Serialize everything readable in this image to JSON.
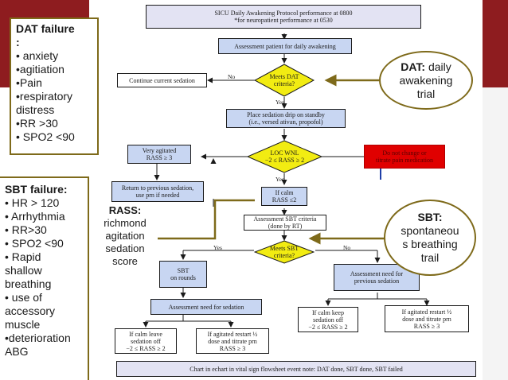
{
  "flowchart": {
    "header": {
      "line1": "SICU Daily Awakening Protocol performance at 0800",
      "line2": "*for neuropatient performance at 0530"
    },
    "assess_patient": "Assessment patient for daily awakening",
    "continue_sedation": "Continue current sedation",
    "meets_dat": "Meets DAT criteria?",
    "no1": "No",
    "yes1": "Yes",
    "standby": {
      "line1": "Place sedation drip on standby",
      "line2": "(i.e., versed ativan, propofol)"
    },
    "very_agitated": {
      "line1": "Very agitated",
      "line2": "RASS ≥ 3"
    },
    "loc_wnl": {
      "line1": "LOC WNL",
      "line2": "−2 ≤ RASS ≥ 2"
    },
    "do_not_change": "Do not change or titrate pain medication",
    "yes2": "Yes",
    "return_previous": "Return to previous sedation, use prn if needed",
    "if_calm": {
      "line1": "If calm",
      "line2": "RASS ≤2"
    },
    "sbt_criteria": {
      "line1": "Assessment SBT criteria",
      "line2": "(done by RT)"
    },
    "meets_sbt": "Meets SBT criteria?",
    "yes3": "Yes",
    "no3": "No",
    "sbt_rounds": {
      "line1": "SBT",
      "line2": "on rounds"
    },
    "need_previous": "Assessment need for previous sedation",
    "need_sedation": "Assessment need for sedation",
    "calm_keep": {
      "line1": "If calm keep",
      "line2": "sedation off",
      "line3": "−2 ≤ RASS ≥ 2"
    },
    "agitated_restart_right": {
      "line1": "If agitated restart ½",
      "line2": "dose and titrate prn",
      "line3": "RASS ≥ 3"
    },
    "calm_leave": {
      "line1": "If calm leave",
      "line2": "sedation off",
      "line3": "−2 ≤ RASS ≥ 2"
    },
    "agitated_restart_left": {
      "line1": "If agitated restart ½",
      "line2": "dose and titrate prn",
      "line3": "RASS ≥ 3"
    },
    "chart_note": "Chart in echart in vital sign flowsheet event note: DAT done, SBT done, SBT failed"
  },
  "dat_failure": {
    "title": "DAT failure",
    "colon": ":",
    "items": [
      "• anxiety",
      "•agitiation",
      "•Pain",
      "•respiratory",
      "distress",
      "•RR >30",
      "• SPO2 <90"
    ]
  },
  "sbt_failure": {
    "title": "SBT failure:",
    "items": [
      "• HR > 120",
      "• Arrhythmia",
      "• RR>30",
      "• SPO2 <90",
      "• Rapid",
      "shallow",
      "breathing",
      "• use of",
      "accessory",
      "muscle",
      "•deterioration",
      "ABG"
    ]
  },
  "rass_note": {
    "title": "RASS:",
    "lines": [
      "richmond",
      "agitation",
      "sedation",
      "score"
    ]
  },
  "dat_oval": {
    "title": "DAT:",
    "lines": [
      "daily",
      "awakening",
      "trial"
    ]
  },
  "sbt_oval": {
    "title": "SBT:",
    "lines": [
      "spontaneou",
      "s breathing",
      "trail"
    ]
  },
  "colors": {
    "band": "#8e1c1f",
    "callout_border": "#7e6a1a",
    "callout_arrow": "#7e6a1a",
    "diamond": "#f2ec12",
    "box_fill": "#c8d6f2",
    "warning": "#e00000"
  }
}
